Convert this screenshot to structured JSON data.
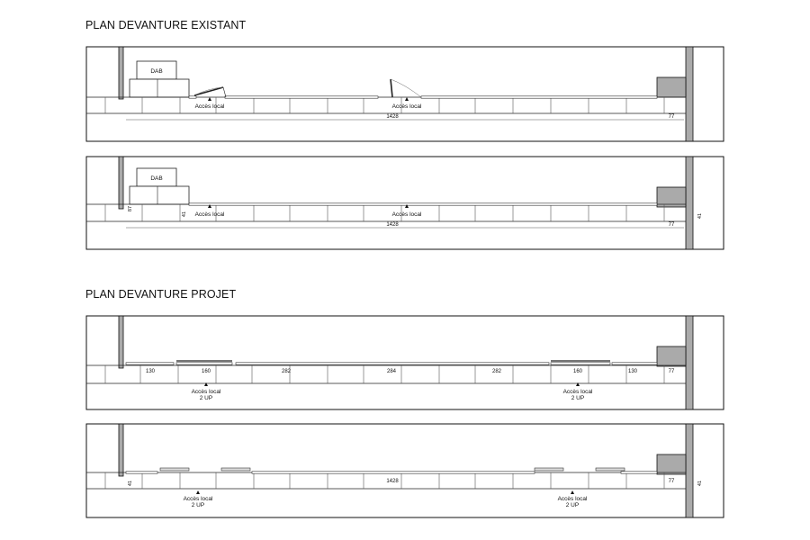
{
  "section_titles": {
    "existing": "PLAN DEVANTURE EXISTANT",
    "project": "PLAN DEVANTURE PROJET"
  },
  "plans": [
    {
      "dab_label": "DAB",
      "access_labels": [
        "Accès local",
        "Accès local"
      ],
      "dimensions": {
        "total": "1428",
        "right": "77"
      }
    },
    {
      "dab_label": "DAB",
      "access_labels": [
        "Accès local",
        "Accès local"
      ],
      "dimensions": {
        "total": "1428",
        "right": "77",
        "left_depth": "87",
        "mid_depth": "41",
        "right_depth": "41"
      }
    },
    {
      "access_labels": [
        "Accès local\n2 UP",
        "Accès local\n2 UP"
      ],
      "access_lines": [
        [
          "Accès local",
          "2 UP"
        ],
        [
          "Accès local",
          "2 UP"
        ]
      ],
      "dimensions": {
        "segments": [
          "130",
          "160",
          "282",
          "284",
          "282",
          "160",
          "130",
          "77"
        ]
      }
    },
    {
      "access_lines": [
        [
          "Accès local",
          "2 UP"
        ],
        [
          "Accès local",
          "2 UP"
        ]
      ],
      "dimensions": {
        "total": "1428",
        "right": "77",
        "left_depth": "41",
        "right_depth": "41"
      }
    }
  ]
}
